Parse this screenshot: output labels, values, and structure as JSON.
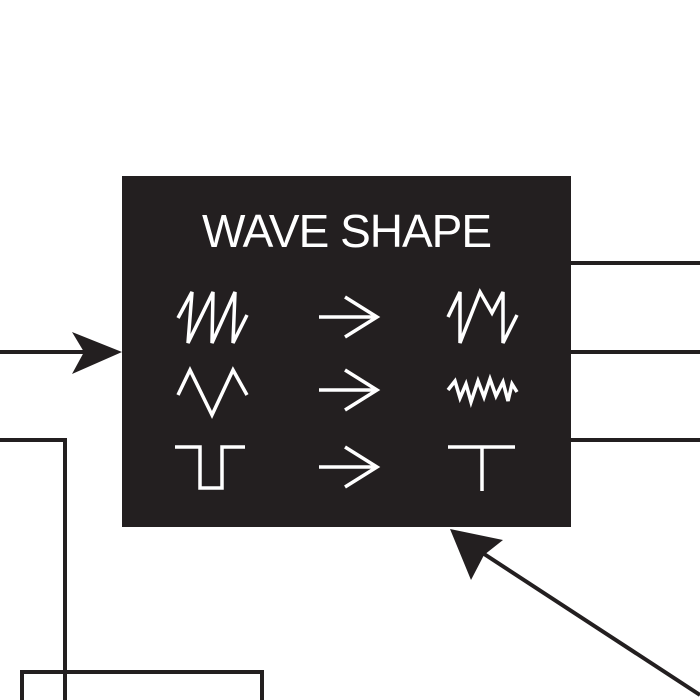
{
  "block": {
    "title": "WAVE SHAPE",
    "rows": [
      {
        "input": "sawtooth-wave",
        "output": "folded-sawtooth-wave"
      },
      {
        "input": "triangle-wave",
        "output": "jagged-triangle-wave"
      },
      {
        "input": "pulse-wave",
        "output": "t-shape-wave"
      }
    ]
  },
  "colors": {
    "box": "#231f20",
    "stroke": "#231f20",
    "icon": "#ffffff"
  }
}
